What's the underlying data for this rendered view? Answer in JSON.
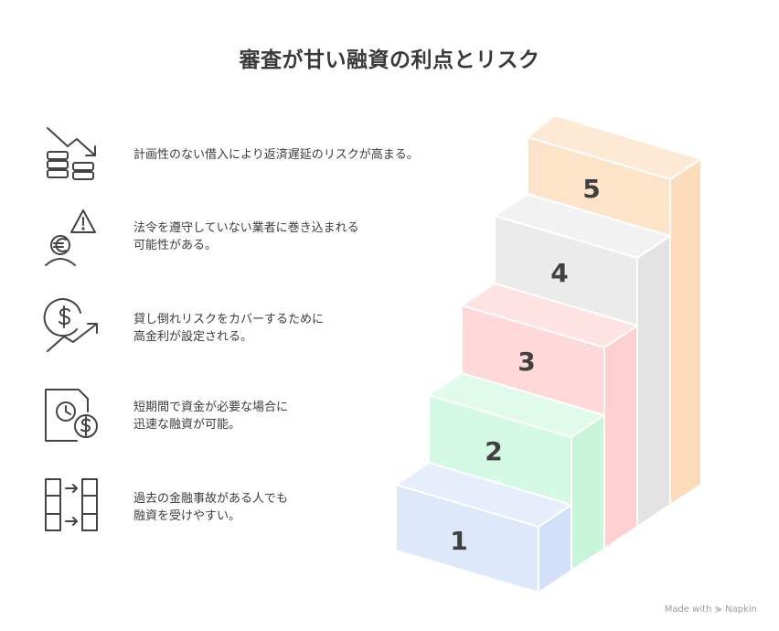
{
  "title": "審査が甘い融資の利点とリスク",
  "items": [
    {
      "icon": "declining-coins-icon",
      "lines": [
        "計画性のない借入により返済遅延のリスクが高まる。"
      ]
    },
    {
      "icon": "euro-person-warning-icon",
      "lines": [
        "法令を遵守していない業者に巻き込まれる",
        "可能性がある。"
      ]
    },
    {
      "icon": "dollar-rising-trend-icon",
      "lines": [
        "貸し倒れリスクをカバーするために",
        "高金利が設定される。"
      ]
    },
    {
      "icon": "clock-money-document-icon",
      "lines": [
        "短期間で資金が必要な場合に",
        "迅速な融資が可能。"
      ]
    },
    {
      "icon": "grid-transfer-arrows-icon",
      "lines": [
        "過去の金融事故がある人でも",
        "融資を受けやすい。"
      ]
    }
  ],
  "steps": [
    {
      "label": "1",
      "front": "#dde8fb",
      "side": "#d3e0f9"
    },
    {
      "label": "2",
      "front": "#d4f9e4",
      "side": "#c9f5da"
    },
    {
      "label": "3",
      "front": "#ffd9d9",
      "side": "#ffd0d0"
    },
    {
      "label": "4",
      "front": "#ebebeb",
      "side": "#e3e3e3"
    },
    {
      "label": "5",
      "front": "#fde3c8",
      "side": "#fcdcbb"
    }
  ],
  "footer": {
    "made_with": "Made with",
    "brand": "Napkin"
  }
}
